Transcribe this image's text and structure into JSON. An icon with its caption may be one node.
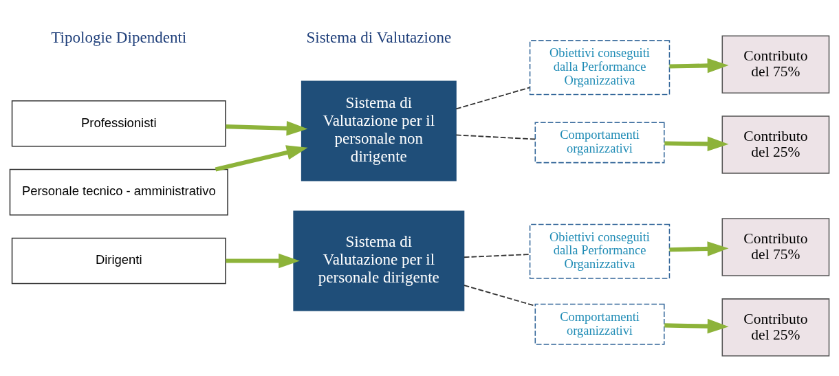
{
  "diagram": {
    "nodes": [
      {
        "text": [
          "Professionisti"
        ]
      },
      {
        "text": [
          "Personale tecnico - amministrativo"
        ]
      },
      {
        "text": [
          "Sistema di Valutazione per il personale non dirigente"
        ]
      },
      {
        "text": [
          "Obiettivi conseguiti dalla Performance Organizzativa"
        ]
      },
      {
        "text": [
          "Contributo del 75%"
        ]
      },
      {
        "text": [
          "Comportamenti organizzativi"
        ]
      },
      {
        "text": [
          "Contributo del 25%"
        ]
      },
      {
        "text": [
          "Dirigenti"
        ]
      },
      {
        "text": [
          "Sistema di Valutazione per il personale dirigente"
        ]
      },
      {
        "text": [
          "Obiettivi conseguiti dalla Performance Organizzativa"
        ]
      },
      {
        "text": [
          "Contributo del 75%"
        ]
      },
      {
        "text": [
          "Comportamenti organizzativi"
        ]
      },
      {
        "text": [
          "Contributo del 25%"
        ]
      }
    ],
    "edges": [
      {
        "from": 0,
        "to": 2,
        "arrow": "to"
      },
      {
        "from": 1,
        "to": 2,
        "arrow": "to"
      },
      {
        "from": 2,
        "to": 3,
        "arrow": "none",
        "style": "dashed",
        "color": "#333333"
      },
      {
        "from": 2,
        "to": 5,
        "arrow": "none",
        "style": "dashed",
        "color": "#333333"
      },
      {
        "from": 3,
        "to": 4,
        "arrow": "to"
      },
      {
        "from": 5,
        "to": 6,
        "arrow": "to"
      },
      {
        "from": 7,
        "to": 8,
        "arrow": "to"
      },
      {
        "from": 8,
        "to": 9,
        "arrow": "none",
        "style": "dashed",
        "color": "#333333"
      },
      {
        "from": 8,
        "to": 11,
        "arrow": "none",
        "style": "dashed",
        "color": "#333333"
      },
      {
        "from": 9,
        "to": 10,
        "arrow": "to"
      },
      {
        "from": 11,
        "to": 12,
        "arrow": "to"
      }
    ],
    "labels": [
      "Tipologie Dipendenti",
      "Sistema di Valutazione"
    ]
  }
}
